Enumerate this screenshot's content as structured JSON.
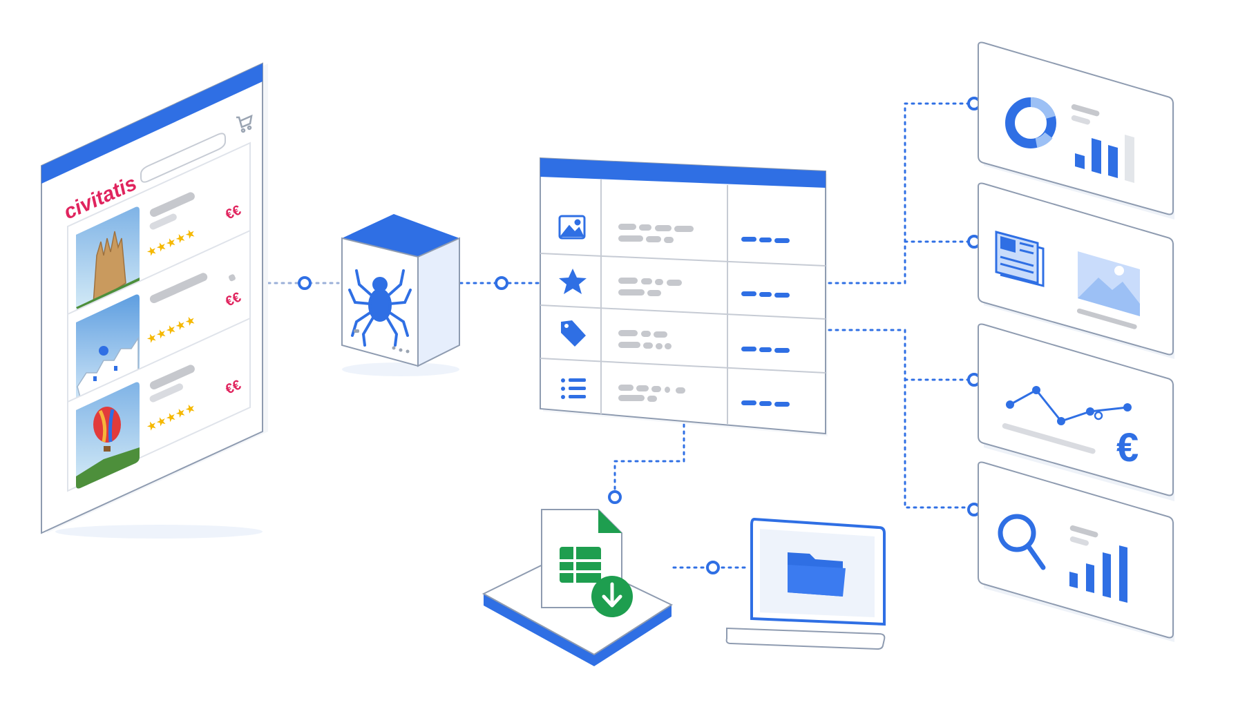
{
  "brand": {
    "logo_text": "civitatis",
    "logo_color": "#e0245e"
  },
  "colors": {
    "primary": "#2f6fe4",
    "primary_light": "#c9dcfb",
    "outline": "#8e9bb0",
    "skeleton": "#c6c8cd",
    "star": "#f5b800",
    "price": "#e0245e",
    "sheet_green": "#1e9e4f"
  },
  "listings": [
    {
      "image": "cathedral-photo",
      "rating_stars": 5,
      "price": "€€"
    },
    {
      "image": "whitewashed-village-photo",
      "rating_stars": 5,
      "price": "€€"
    },
    {
      "image": "hot-air-balloon-photo",
      "rating_stars": 5,
      "price": "€€"
    }
  ],
  "scraper": {
    "icon": "spider-icon"
  },
  "table": {
    "row_icons": [
      "image-icon",
      "star-icon",
      "tag-icon",
      "list-icon"
    ]
  },
  "dashboards": [
    {
      "icons": [
        "donut-chart-icon",
        "bar-chart-icon"
      ]
    },
    {
      "icons": [
        "newspaper-icon",
        "image-placeholder-icon"
      ]
    },
    {
      "icons": [
        "line-chart-icon",
        "euro-icon"
      ],
      "currency_symbol": "€"
    },
    {
      "icons": [
        "search-icon",
        "bar-chart-icon"
      ]
    }
  ],
  "export": {
    "icons": [
      "spreadsheet-download-icon",
      "folder-icon"
    ]
  }
}
